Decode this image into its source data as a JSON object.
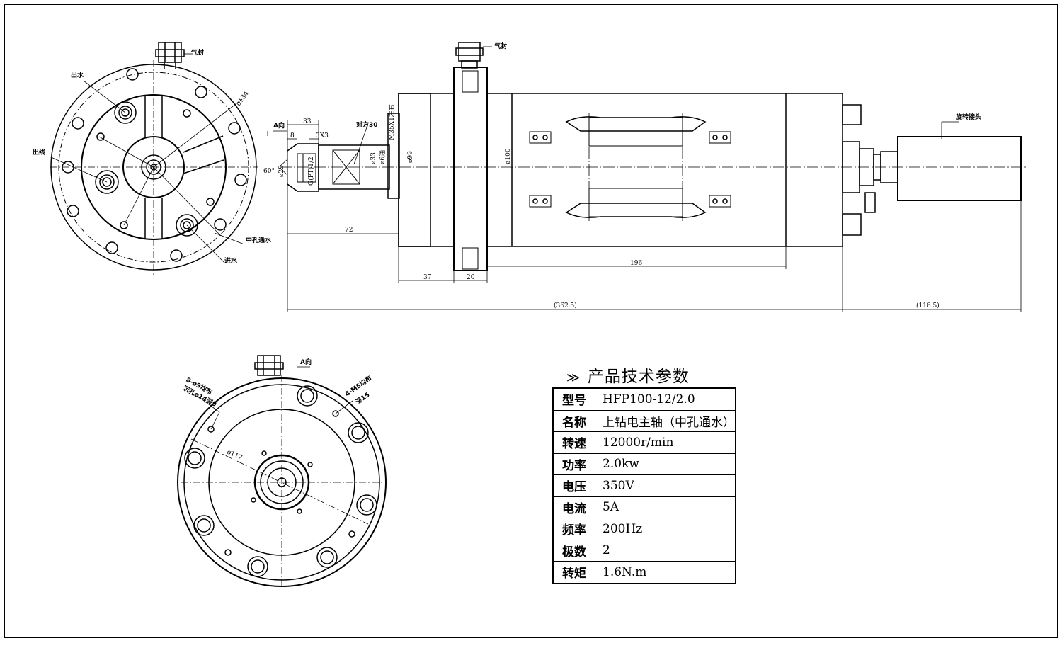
{
  "labels": {
    "air_seal_front": "气封",
    "air_seal_side": "气封",
    "water_out": "出水",
    "cable_out": "出线",
    "center_water": "中孔通水",
    "water_in": "进水",
    "dia134": "ø134",
    "rotary_joint": "旋转接头",
    "view_a_arrow": "A向",
    "view_a_title": "A向",
    "holes_8": "8-ø9均布",
    "counterbore": "沉孔ø14深9",
    "holes_4": "4-M5均布",
    "depth15": "深15",
    "dia117": "ø117"
  },
  "dims": {
    "d33_top": "33",
    "d8": "8",
    "d3x3": "3X3",
    "wrench": "对方30",
    "thread": "M35X1左右",
    "angle60": "60°",
    "d29": "ø29",
    "g_thread": "G(PT)1/2",
    "d33_shaft": "ø33",
    "d6": "ø6通",
    "d99": "ø99",
    "d100": "ø100",
    "d72": "72",
    "d196": "196",
    "d37": "37",
    "d20": "20",
    "d362": "(362.5)",
    "d116": "(116.5)"
  },
  "table": {
    "title": "产品技术参数",
    "chevron": "≫",
    "rows": [
      {
        "key": "型号",
        "value": "HFP100-12/2.0"
      },
      {
        "key": "名称",
        "value": "上钻电主轴（中孔通水）"
      },
      {
        "key": "转速",
        "value": "12000r/min"
      },
      {
        "key": "功率",
        "value": "2.0kw"
      },
      {
        "key": "电压",
        "value": "350V"
      },
      {
        "key": "电流",
        "value": "5A"
      },
      {
        "key": "频率",
        "value": "200Hz"
      },
      {
        "key": "极数",
        "value": "2"
      },
      {
        "key": "转矩",
        "value": "1.6N.m"
      }
    ]
  }
}
